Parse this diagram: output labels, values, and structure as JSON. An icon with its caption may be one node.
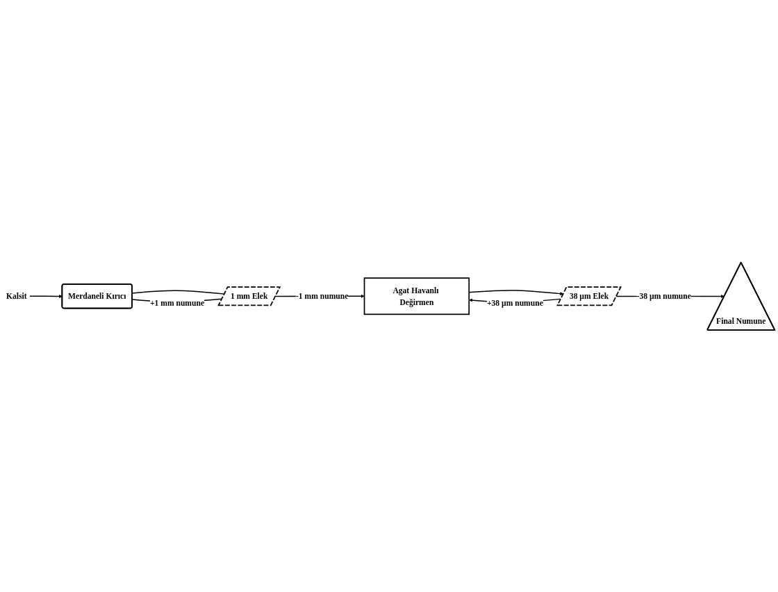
{
  "diagram": {
    "nodes": [
      {
        "text": [
          "Kalsit"
        ]
      },
      {
        "text": [
          "Merdaneli Kırıcı"
        ]
      },
      {
        "text": [
          "1 mm Elek"
        ]
      },
      {
        "text": [
          "Agat Havanlı Değirmen"
        ]
      },
      {
        "text": [
          "38 µm Elek"
        ]
      },
      {
        "text": [
          "Final Numune"
        ]
      }
    ],
    "edges": [
      {
        "from": 0,
        "to": 1,
        "arrow": "to"
      },
      {
        "from": 1,
        "to": 2,
        "arrow": "none"
      },
      {
        "from": 2,
        "to": 1,
        "label": "+1 mm numune",
        "arrow": "none"
      },
      {
        "from": 2,
        "to": 3,
        "label": "-1 mm numune",
        "arrow": "to"
      },
      {
        "from": 3,
        "to": 4,
        "arrow": "to"
      },
      {
        "from": 4,
        "to": 3,
        "label": "+38 µm numune",
        "arrow": "to"
      },
      {
        "from": 4,
        "to": 5,
        "label": "-38 µm numune",
        "arrow": "to"
      }
    ]
  }
}
